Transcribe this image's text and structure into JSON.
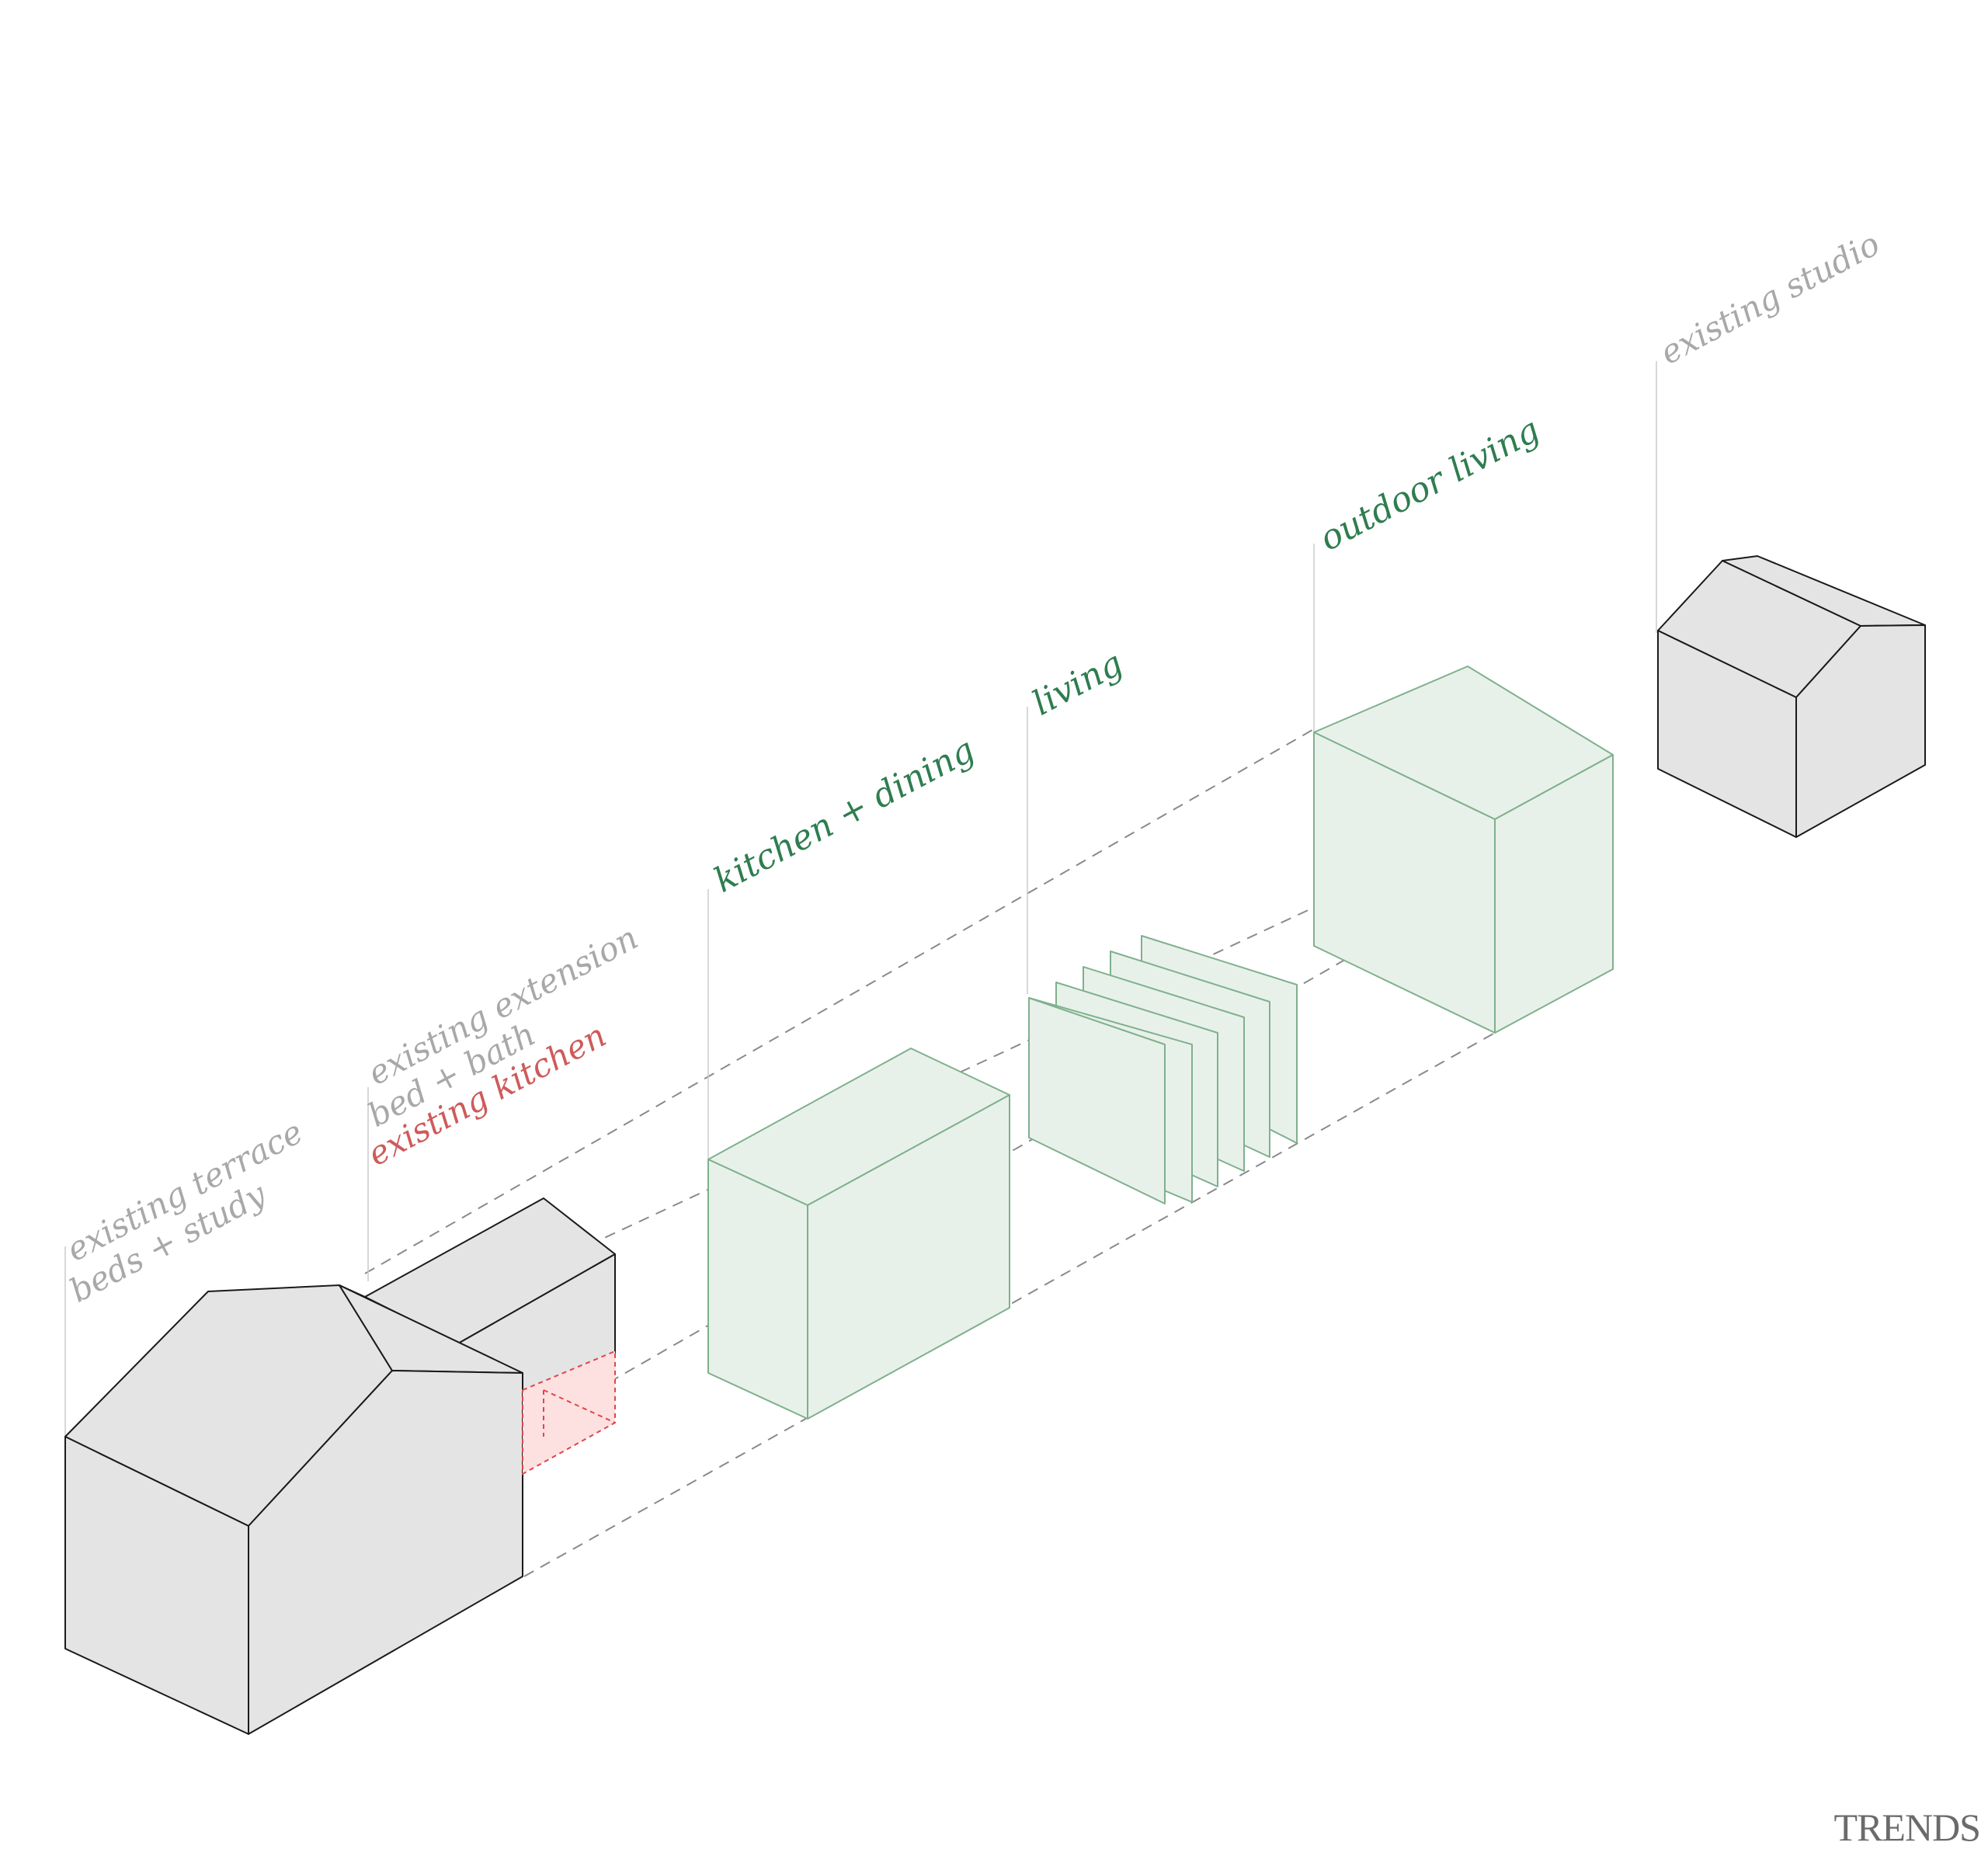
{
  "colors": {
    "existing_fill": "#e4e4e4",
    "existing_stroke": "#1a1a1a",
    "new_fill": "#e8f1e9",
    "new_stroke": "#7fb08e",
    "demolish_fill": "#fde0e0",
    "demolish_stroke": "#e0454a",
    "label_gray": "#a8a8a8",
    "label_green": "#2e7d4f",
    "label_red": "#cf5a5a",
    "guide_line": "#cccccc",
    "dashed_line": "#8a8a8a",
    "watermark": "#6b6b6b"
  },
  "labels": {
    "existing_terrace": "existing terrace",
    "beds_study": "beds + study",
    "existing_extension": "existing extension",
    "bed_bath": "bed + bath",
    "existing_kitchen": "existing kitchen",
    "kitchen_dining": "kitchen + dining",
    "living": "living",
    "outdoor_living": "outdoor living",
    "existing_studio": "existing studio"
  },
  "watermark": "TRENDS"
}
